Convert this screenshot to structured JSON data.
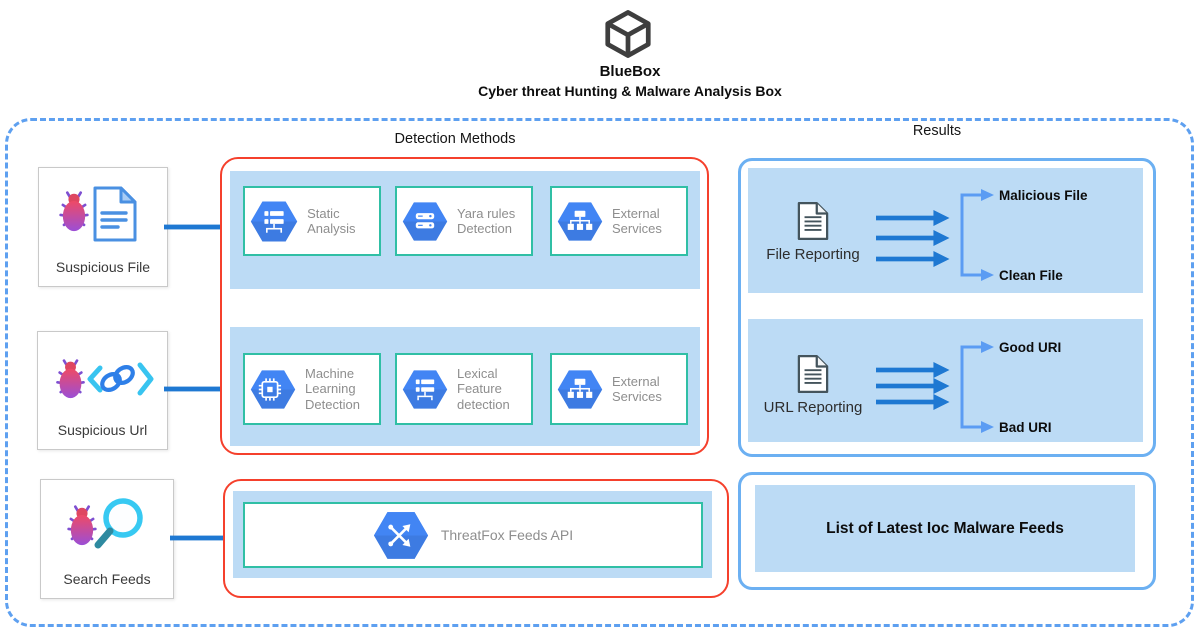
{
  "header": {
    "title": "BlueBox",
    "subtitle": "Cyber threat Hunting & Malware Analysis Box",
    "logo_icon": "cube-icon"
  },
  "sections": {
    "detection": "Detection Methods",
    "results": "Results"
  },
  "sources": [
    {
      "label": "Suspicious File",
      "icon": "bug-document-icon"
    },
    {
      "label": "Suspicious Url",
      "icon": "bug-link-icon"
    },
    {
      "label": "Search Feeds",
      "icon": "bug-magnifier-icon"
    }
  ],
  "detection": {
    "row1": [
      {
        "label": "Static Analysis",
        "icon": "schema-hexagon-icon"
      },
      {
        "label": "Yara rules Detection",
        "icon": "server-hexagon-icon"
      },
      {
        "label": "External Services",
        "icon": "sitemap-hexagon-icon"
      }
    ],
    "row2": [
      {
        "label": "Machine Learning Detection",
        "icon": "chip-hexagon-icon"
      },
      {
        "label": "Lexical Feature detection",
        "icon": "schema-hexagon-icon"
      },
      {
        "label": "External Services",
        "icon": "sitemap-hexagon-icon"
      }
    ],
    "feeds_api": {
      "label": "ThreatFox Feeds API",
      "icon": "share-hexagon-icon"
    }
  },
  "results": {
    "file_reporting": {
      "title": "File Reporting",
      "icon": "report-document-icon",
      "outcomes": [
        "Malicious File",
        "Clean File"
      ]
    },
    "url_reporting": {
      "title": "URL Reporting",
      "icon": "report-document-icon",
      "outcomes": [
        "Good URI",
        "Bad URI"
      ]
    },
    "feeds_list": {
      "title": "List of Latest Ioc Malware Feeds"
    }
  },
  "colors": {
    "dashed_border": "#5EA0F0",
    "detection_border": "#F5402C",
    "results_border": "#6CB0F2",
    "panel_blue": "#BCDBF5",
    "card_border_teal": "#30BFA5",
    "hexagon_blue": "#4285F4",
    "arrow_blue": "#1E78D2",
    "branch_arrow_blue": "#5B9CF3"
  }
}
